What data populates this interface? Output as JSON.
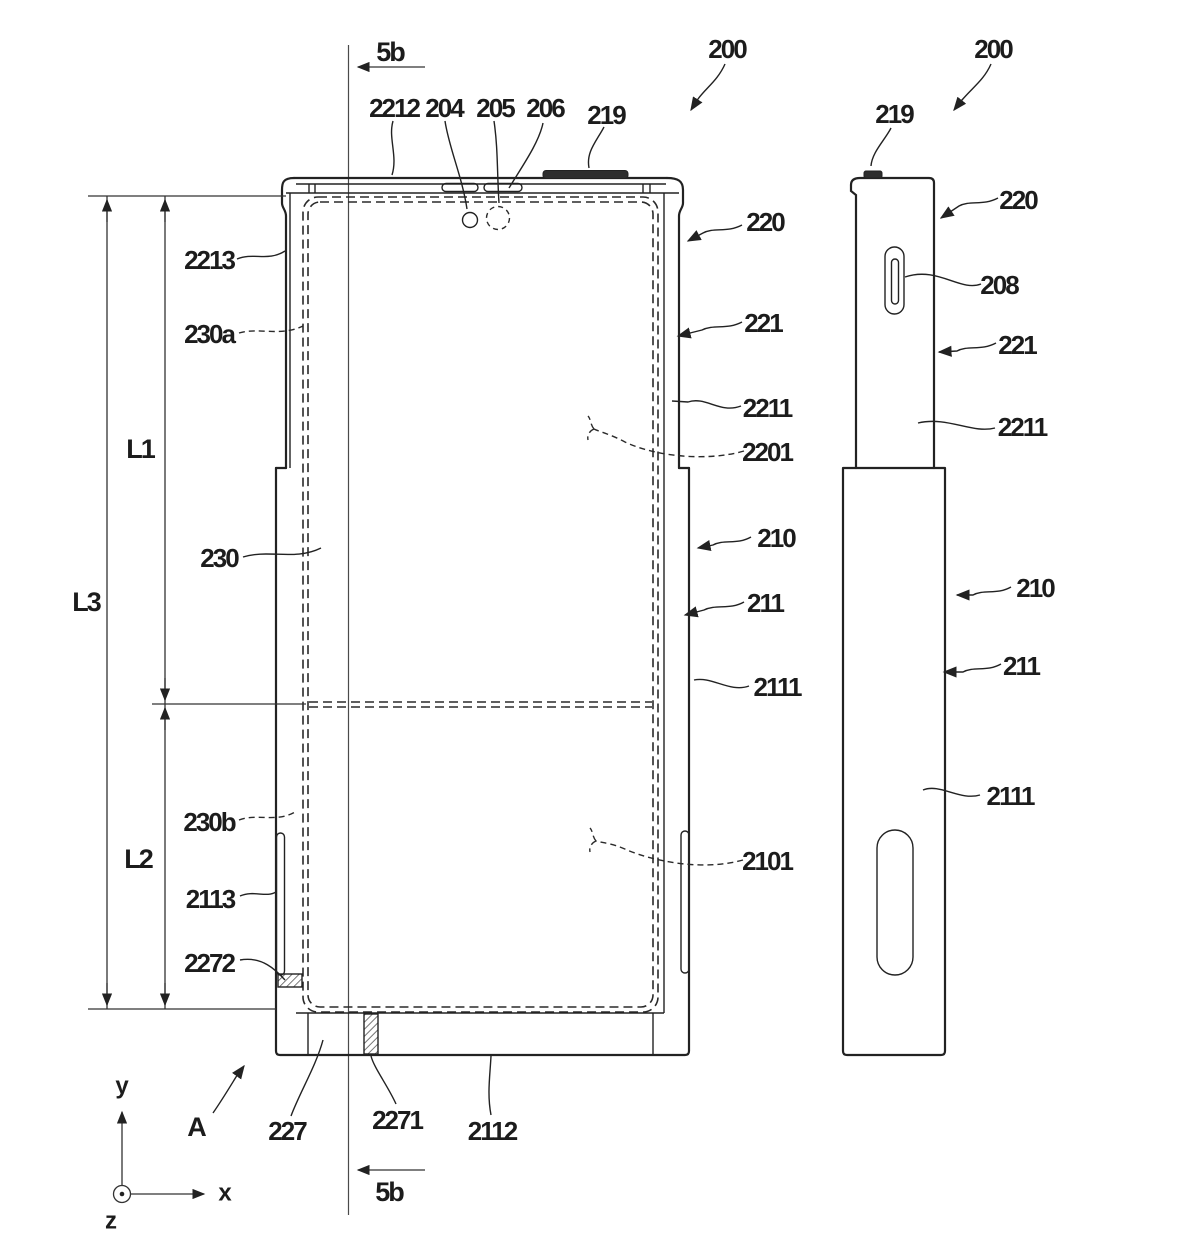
{
  "figure_kind": "patent-line-drawing",
  "colors": {
    "background": "#ffffff",
    "line": "#222222",
    "button_fill": "#2e2e2e",
    "text": "#1c1c1c"
  },
  "labels": {
    "front_section_top": "5b",
    "front_section_bottom": "5b",
    "front_assembly": "200",
    "front_2212": "2212",
    "front_204": "204",
    "front_205": "205",
    "front_206": "206",
    "front_219": "219",
    "front_220": "220",
    "front_221": "221",
    "front_2211": "2211",
    "front_2201": "2201",
    "front_210": "210",
    "front_211": "211",
    "front_2111": "2111",
    "front_2101": "2101",
    "front_2213": "2213",
    "front_230a": "230a",
    "front_230": "230",
    "front_230b": "230b",
    "front_2113": "2113",
    "front_2272": "2272",
    "front_A": "A",
    "front_227": "227",
    "front_2271": "2271",
    "front_2112": "2112",
    "dim_L1": "L1",
    "dim_L2": "L2",
    "dim_L3": "L3",
    "axis_x": "x",
    "axis_y": "y",
    "axis_z": "z",
    "side_assembly": "200",
    "side_219": "219",
    "side_220": "220",
    "side_208": "208",
    "side_221": "221",
    "side_2211": "2211",
    "side_210": "210",
    "side_211": "211",
    "side_2111": "2111"
  }
}
